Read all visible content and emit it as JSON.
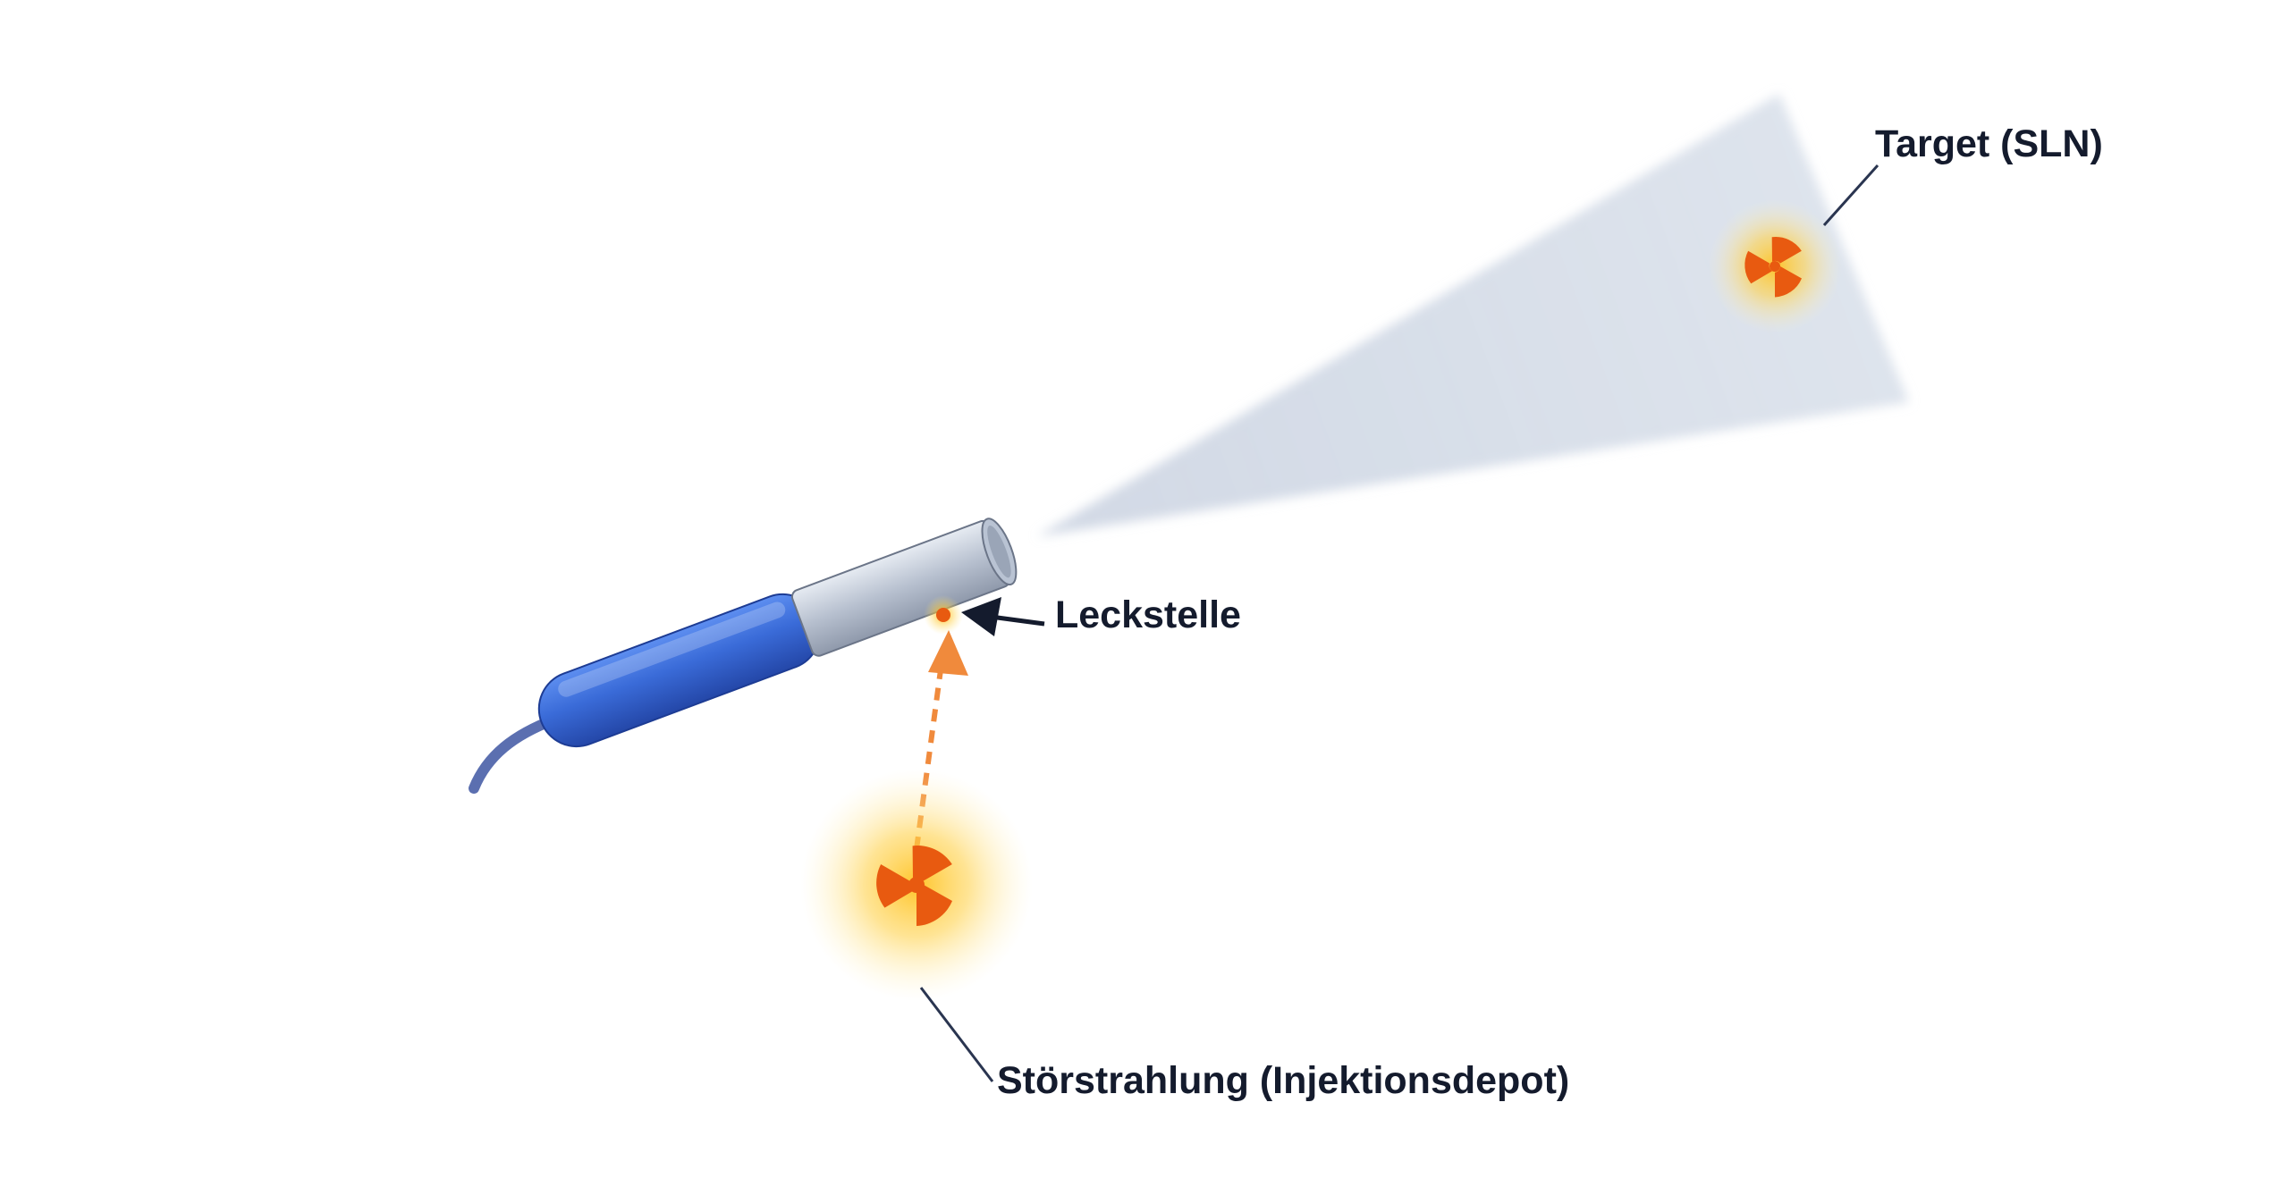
{
  "labels": {
    "target": "Target (SLN)",
    "leak": "Leckstelle",
    "interference": "Störstrahlung (Injektionsdepot)"
  },
  "colors": {
    "probe_body": "#3f6fd6",
    "probe_tip": "#b9c3d3",
    "cable": "#5b6fb0",
    "beam": "#c9d3e2",
    "radiation_symbol": "#e85a10",
    "glow": "#ffcf3a",
    "dashed_path": "#f08a3c",
    "leader_line": "#2a3550"
  },
  "icons": {
    "source": "radiation-icon",
    "target": "radiation-icon"
  }
}
